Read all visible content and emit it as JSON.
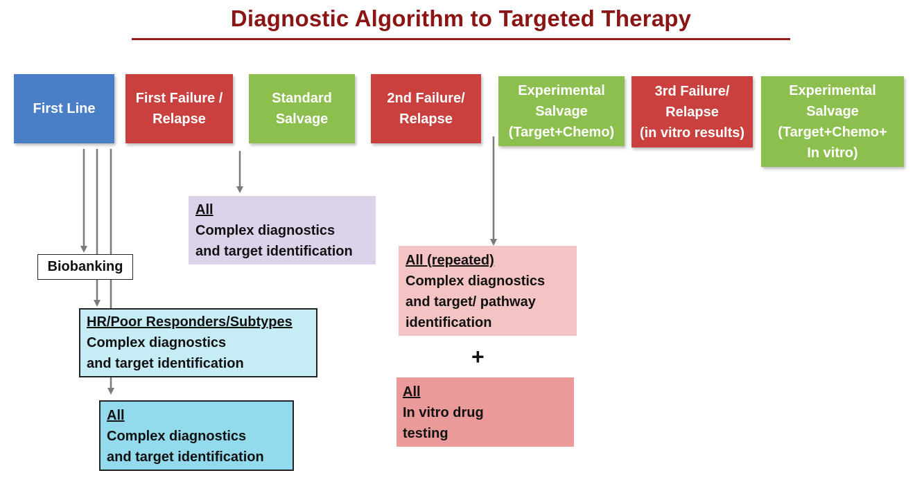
{
  "title": "Diagnostic Algorithm to Targeted Therapy",
  "stages": {
    "first_line": [
      "First Line"
    ],
    "first_failure": [
      "First Failure /",
      "Relapse"
    ],
    "standard_salvage": [
      "Standard",
      "Salvage"
    ],
    "second_failure": [
      "2nd Failure/",
      "Relapse"
    ],
    "experimental_salvage_1": [
      "Experimental",
      "Salvage",
      "(Target+Chemo)"
    ],
    "third_failure": [
      "3rd Failure/",
      "Relapse",
      "(in vitro results)"
    ],
    "experimental_salvage_2": [
      "Experimental",
      "Salvage",
      "(Target+Chemo+",
      "In vitro)"
    ]
  },
  "biobanking": "Biobanking",
  "boxes": {
    "standard_all": {
      "head": "All",
      "lines": [
        "Complex diagnostics",
        "and target identification"
      ]
    },
    "hr_poor": {
      "head": "HR/Poor Responders/Subtypes",
      "lines": [
        "Complex diagnostics",
        "and target identification"
      ]
    },
    "first_all": {
      "head": "All",
      "lines": [
        "Complex diagnostics",
        "and target identification"
      ]
    },
    "repeated": {
      "head": "All (repeated)",
      "lines": [
        "Complex diagnostics",
        "and target/ pathway",
        "identification"
      ]
    },
    "invitro": {
      "head": "All",
      "lines": [
        "In vitro drug",
        "testing"
      ]
    }
  },
  "plus": "+",
  "colors": {
    "title": "#8b1414",
    "blue": "#4a7fc8",
    "red": "#c9403e",
    "green": "#8dbf4f",
    "purple": "#dcd2ea",
    "pink": "#f4c3c3",
    "salmon": "#ea9a98",
    "light_blue": "#c6ecf6",
    "cyan": "#93daec"
  }
}
